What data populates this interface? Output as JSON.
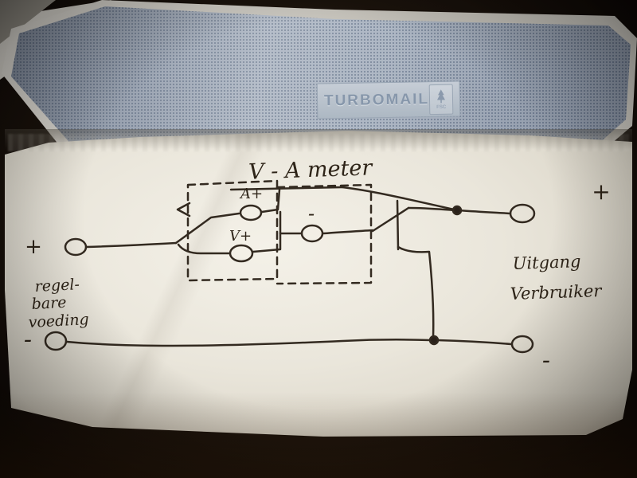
{
  "envelope": {
    "brand": "TURBOMAIL",
    "cert": "FSC"
  },
  "diagram": {
    "title": "V - A meter",
    "terminals": {
      "a_plus": "A+",
      "v_plus": "V+",
      "meter_minus": "-"
    },
    "polarity": {
      "left_plus": "+",
      "left_minus": "-",
      "right_plus": "+",
      "right_minus": "-"
    },
    "captions": {
      "left_line1": "regel-",
      "left_line2": "bare",
      "left_line3": "voeding",
      "right_line1": "Uitgang",
      "right_line2": "Verbruiker"
    }
  }
}
